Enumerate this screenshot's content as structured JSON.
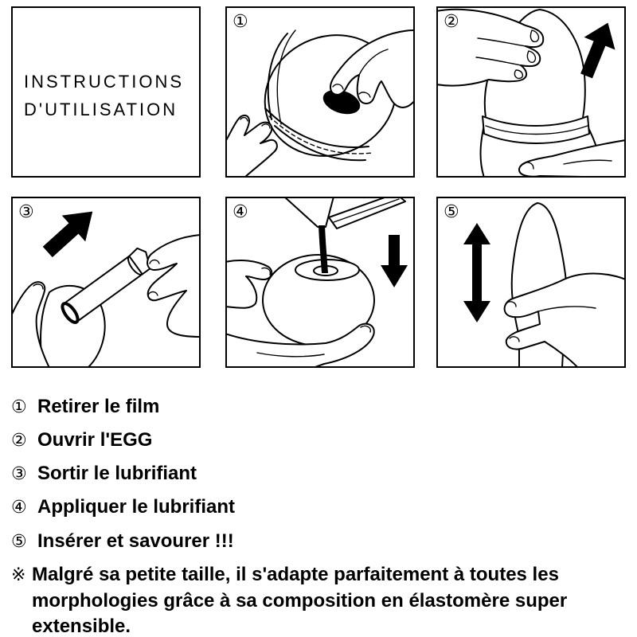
{
  "colors": {
    "ink": "#000000",
    "background": "#ffffff"
  },
  "title": {
    "line1": "INSTRUCTIONS",
    "line2": "D'UTILISATION"
  },
  "panels": [
    {
      "number": "①"
    },
    {
      "number": "②",
      "arrow_icon": "arrow-up-icon"
    },
    {
      "number": "③",
      "arrow_icon": "arrow-up-right-icon"
    },
    {
      "number": "④",
      "arrow_icon": "arrow-down-icon"
    },
    {
      "number": "⑤",
      "arrow_icon": "arrow-up-down-icon"
    }
  ],
  "steps": [
    {
      "number": "①",
      "text": "Retirer le film"
    },
    {
      "number": "②",
      "text": "Ouvrir l'EGG"
    },
    {
      "number": "③",
      "text": "Sortir le lubrifiant"
    },
    {
      "number": "④",
      "text": "Appliquer le lubrifiant"
    },
    {
      "number": "⑤",
      "text": "Insérer et savourer !!!"
    }
  ],
  "note": {
    "mark": "※",
    "lines": [
      "Malgré sa petite taille, il s'adapte parfaitement à toutes les",
      "morphologies grâce à sa composition en élastomère super",
      "extensible."
    ]
  }
}
